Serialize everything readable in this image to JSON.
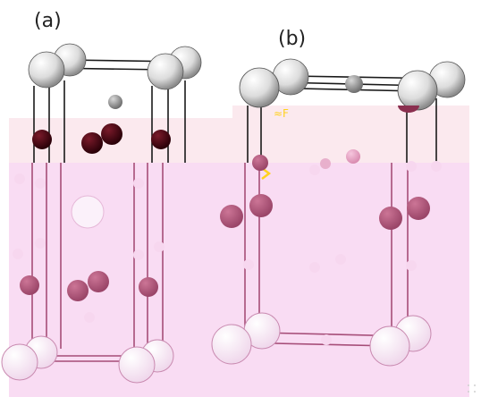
{
  "panels": [
    {
      "id": "a",
      "label": "(a)"
    },
    {
      "id": "b",
      "label": "(b)"
    }
  ],
  "colors": {
    "background": "#ffffff",
    "band_light": "#fbe9ee",
    "band_pink": "#f9dcf3",
    "bond_line": "#1a1a1a",
    "bond_line_faded": "#a64d78",
    "atom_gray_light": "#eeeeee",
    "atom_gray_dark": "#7a7a7a",
    "atom_dark_red": "#4a0713",
    "atom_mauve": "#b05478",
    "atom_faint_pink": "#f7d7ef",
    "atom_pale_white": "#fbf1fa",
    "marker_yellow": "#ffd21f"
  }
}
